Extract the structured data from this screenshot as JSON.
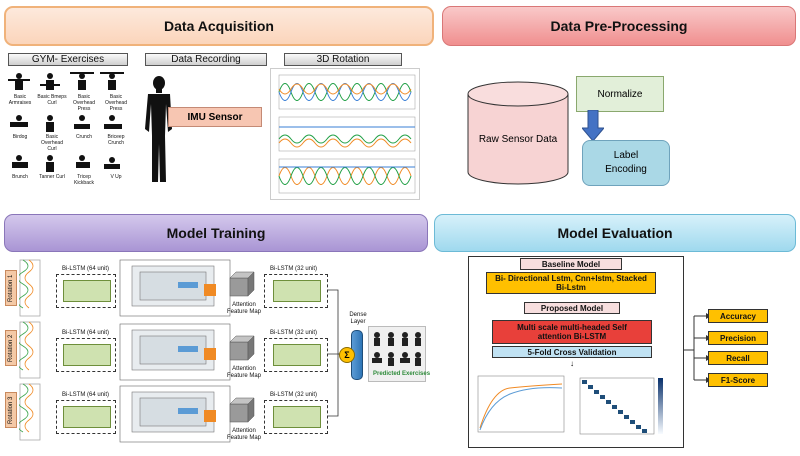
{
  "headers": {
    "acquisition": "Data Acquisition",
    "preprocessing": "Data Pre-Processing",
    "training": "Model Training",
    "evaluation": "Model Evaluation"
  },
  "acquisition": {
    "gym_label": "GYM- Exercises",
    "recording_label": "Data Recording",
    "rotation_label": "3D Rotation",
    "imu_label": "IMU Sensor",
    "exercises": [
      "Basic Armraises",
      "Basic Bmeps Curl",
      "Basic Overhead Press",
      "Basic Overhead Press",
      "Birdog",
      "Basic Overhead Curl",
      "Crunch",
      "Briceep Crunch",
      "Brunch",
      "Tanner Curl",
      "Tricep Kickback",
      "V Up"
    ]
  },
  "preprocessing": {
    "raw_label": "Raw Sensor Data",
    "normalize_label": "Normalize",
    "label_encoding": "Label Encoding"
  },
  "training": {
    "rotations": [
      "Rotation 1",
      "Rotation 2",
      "Rotation 3"
    ],
    "bilstm64": "Bi-LSTM (64 unit)",
    "bilstm32": "Bi-LSTM (32 unit)",
    "attention": "Attention Feature Map",
    "dense": "Dense Layer",
    "sigma": "Σ",
    "predicted": "Predicted Exercises"
  },
  "evaluation": {
    "baseline": "Baseline Model",
    "baseline_models": "Bi- Directional Lstm, Cnn+lstm, Stacked Bi-Lstm",
    "proposed": "Proposed Model",
    "proposed_model": "Multi scale multi-headed Self attention Bi-LSTM",
    "cv": "5-Fold Cross Validation",
    "metrics": [
      "Accuracy",
      "Precision",
      "Recall",
      "F1-Score"
    ]
  },
  "colors": {
    "acq_hdr": "#fbe5d6",
    "pre_hdr": "#f4a6a6",
    "train_hdr": "#b6a4d9",
    "eval_hdr": "#aee2f3",
    "yellow": "#ffc000",
    "red": "#e8403a",
    "blue": "#c0e2f3",
    "normalize": "#e2efd9",
    "label_enc": "#aad8e6",
    "cyl": "#f7d3d3"
  }
}
